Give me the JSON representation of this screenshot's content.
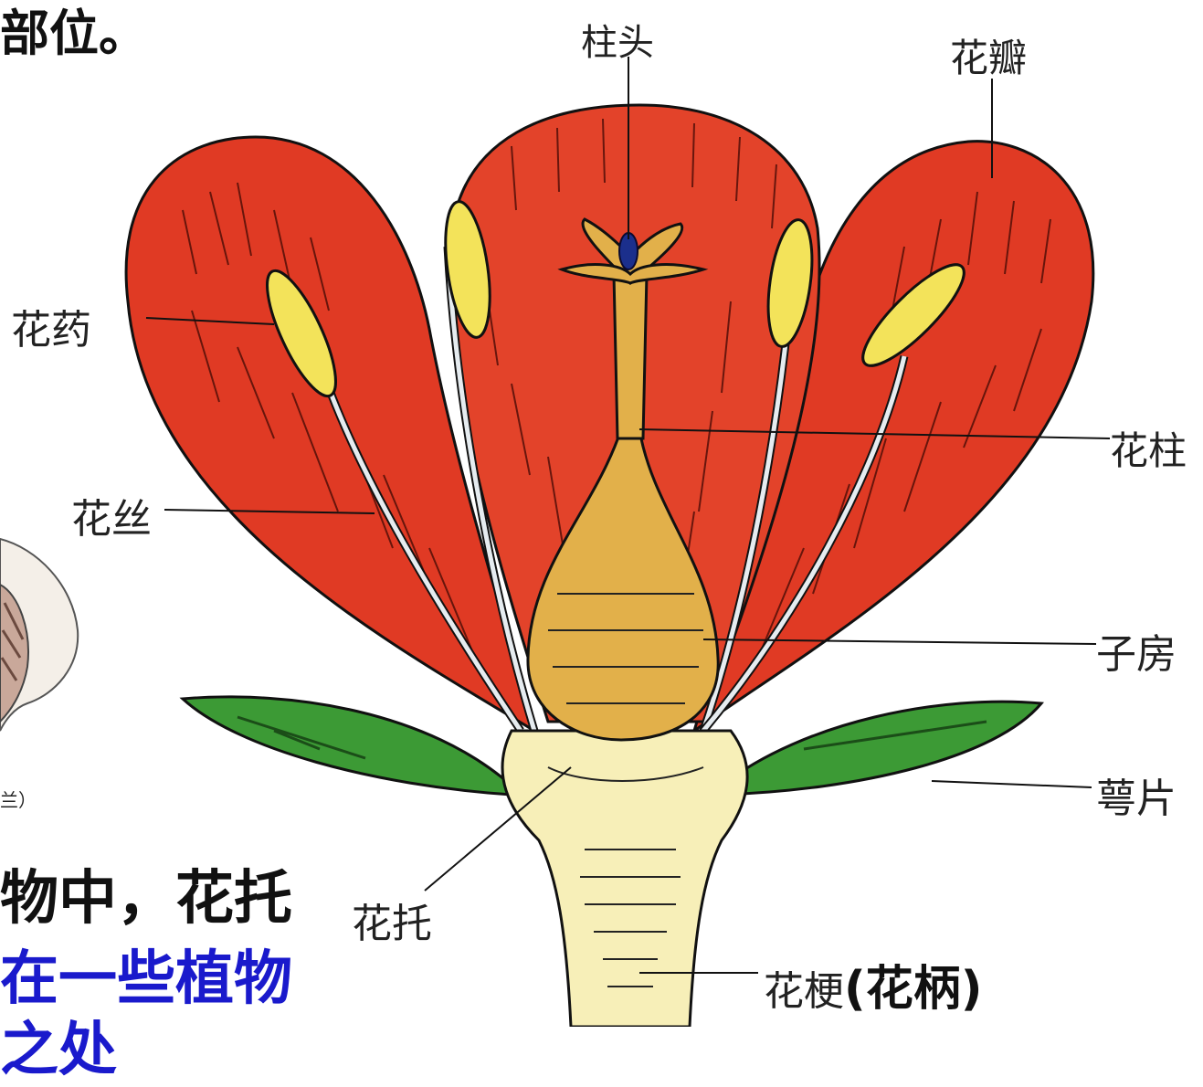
{
  "slide": {
    "heading_top": "部位。",
    "body_line1": "物中，花托",
    "body_line2_prefix": "在",
    "body_line2_highlight": "一些植物",
    "body_line3": "之处",
    "side_caption": "兰）"
  },
  "labels": {
    "stigma": "柱头",
    "petal": "花瓣",
    "anther": "花药",
    "style": "花柱",
    "filament": "花丝",
    "ovary": "子房",
    "sepal": "萼片",
    "receptacle": "花托",
    "pedicel": "花梗",
    "pedicel_note": "(花柄)"
  },
  "colors": {
    "petal": "#e03a24",
    "anther": "#f3e35a",
    "pistil": "#e2b04a",
    "sepal": "#3c9a35",
    "receptacle": "#f7efb8",
    "highlight_text": "#1a1acc",
    "stigma_tip": "#1b2f8c"
  }
}
